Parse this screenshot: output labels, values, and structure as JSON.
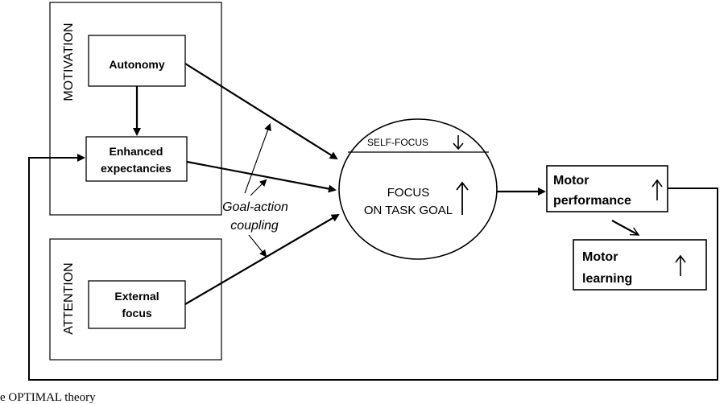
{
  "groups": {
    "motivation": "MOTIVATION",
    "attention": "ATTENTION"
  },
  "boxes": {
    "autonomy": "Autonomy",
    "enhanced_expectancies": [
      "Enhanced",
      "expectancies"
    ],
    "external_focus": [
      "External",
      "focus"
    ],
    "motor_performance": [
      "Motor",
      "performance"
    ],
    "motor_learning": [
      "Motor",
      "learning"
    ]
  },
  "central": {
    "self_focus": "SELF-FOCUS",
    "focus_task_goal": [
      "FOCUS",
      "ON TASK GOAL"
    ]
  },
  "goal_action_coupling": [
    "Goal-action",
    "coupling"
  ],
  "caption": "e OPTIMAL theory",
  "icons": {
    "self_focus_direction": "arrow-down",
    "task_goal_direction": "arrow-up",
    "motor_performance_direction": "arrow-up",
    "motor_learning_direction": "arrow-up"
  }
}
